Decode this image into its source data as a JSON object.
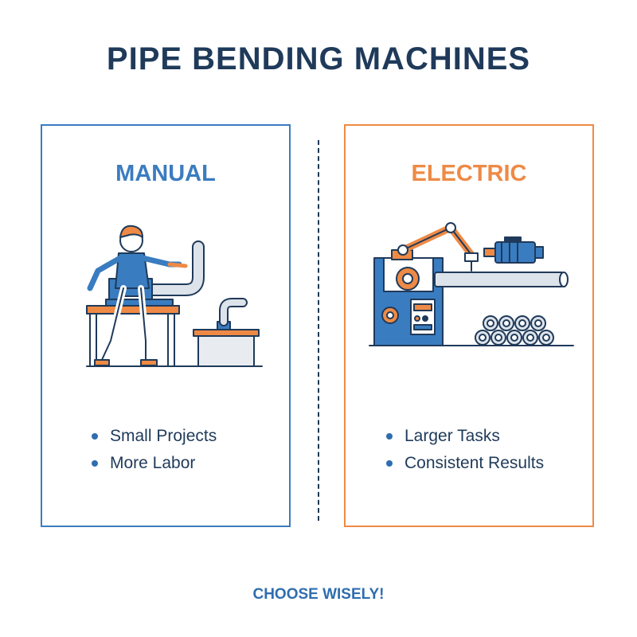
{
  "title": "PIPE BENDING MACHINES",
  "colors": {
    "navy": "#1f3a5a",
    "blue": "#3a7cc0",
    "orange": "#ee8a45"
  },
  "manual": {
    "heading": "MANUAL",
    "illustration": "person-operating-manual-pipe-bender-icon",
    "bullets": [
      "Small Projects",
      "More Labor"
    ]
  },
  "electric": {
    "heading": "ELECTRIC",
    "illustration": "electric-pipe-bending-machine-icon",
    "bullets": [
      "Larger Tasks",
      "Consistent Results"
    ]
  },
  "footer": "CHOOSE WISELY!"
}
